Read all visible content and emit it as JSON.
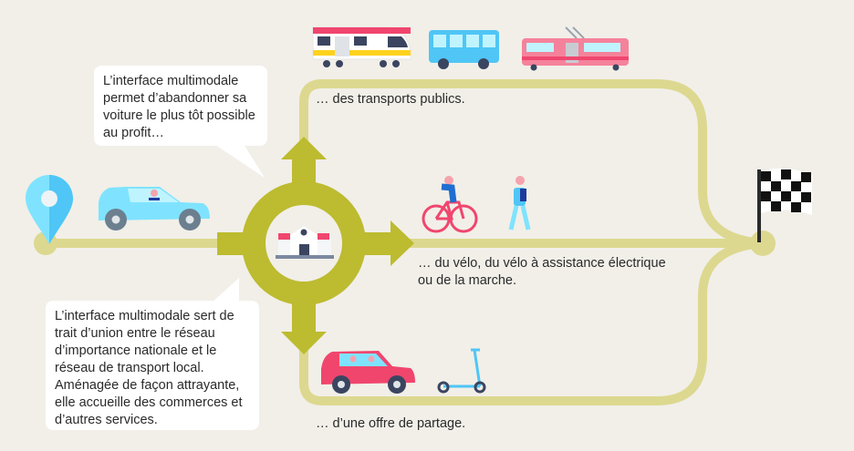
{
  "colors": {
    "background": "#f1efe8",
    "path": "#ddd88f",
    "roundabout": "#bdbb2f",
    "accent_pink": "#f0466e",
    "accent_cyan": "#7fe3ff"
  },
  "bubble_top": {
    "text": "L’interface multimodale permet d’abandonner sa voiture le plus tôt possible au profit…"
  },
  "bubble_bottom": {
    "text": "L’interface multimodale sert de trait d’union entre le réseau d’importance nationale et le réseau de transport local. Aménagée de façon attrayante, elle accueille des commerces et d’autres services."
  },
  "labels": {
    "public_transport": "… des transports publics.",
    "bike_walk_line1": "… du vélo, du vélo à assistance électrique",
    "bike_walk_line2": "ou de la marche.",
    "sharing": "… d’une offre de partage."
  },
  "icons": [
    "location-pin-icon",
    "car-icon",
    "station-icon",
    "train-icon",
    "bus-icon",
    "tram-icon",
    "bicycle-icon",
    "pedestrian-icon",
    "shared-car-icon",
    "scooter-icon",
    "checkered-flag-icon"
  ]
}
